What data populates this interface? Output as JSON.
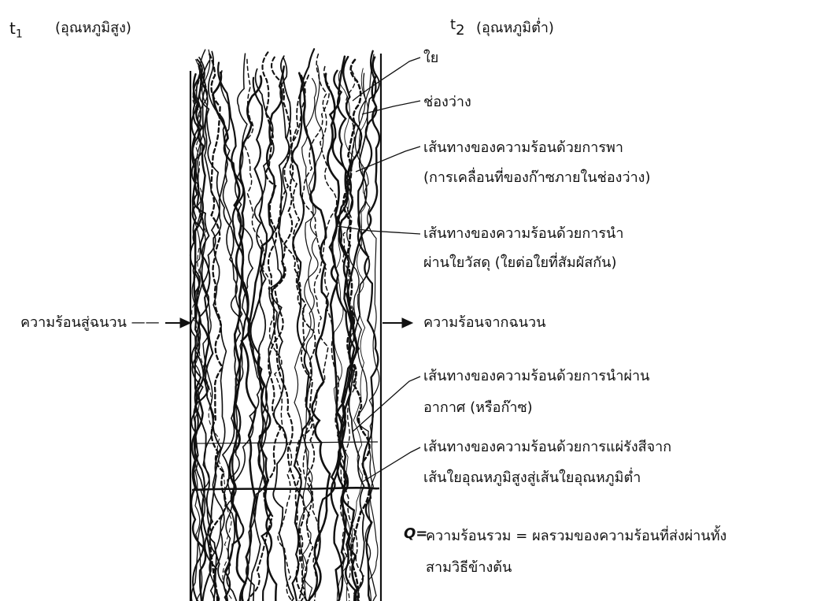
{
  "header": {
    "t1_symbol": "t",
    "t1_sub": "1",
    "t1_desc": "(อุณหภูมิสูง)",
    "t2_sup": "t",
    "t2_sub": "2",
    "t2_desc": "(อุณหภูมิต่ำ)"
  },
  "labels": {
    "fiber": "ใย",
    "void": "ช่องว่าง",
    "convection_1": "เส้นทางของความร้อนด้วยการพา",
    "convection_2": "(การเคลื่อนที่ของก๊าซภายในช่องว่าง)",
    "conduction_1": "เส้นทางของความร้อนด้วยการนำ",
    "conduction_2": "ผ่านใยวัสดุ (ใยต่อใยที่สัมผัสกัน)",
    "heat_in": "ความร้อนสู่ฉนวน",
    "heat_out": "ความร้อนจากฉนวน",
    "gas_conduction_1": "เส้นทางของความร้อนด้วยการนำผ่าน",
    "gas_conduction_2": "อากาศ (หรือก๊าซ)",
    "radiation_1": "เส้นทางของความร้อนด้วยการแผ่รังสีจาก",
    "radiation_2": "เส้นใยอุณหภูมิสูงสู่เส้นใยอุณหภูมิต่ำ",
    "q_symbol": "Q=",
    "q_desc_1": "ความร้อนรวม = ผลรวมของความร้อนที่ส่งผ่านทั้ง",
    "q_desc_2": "สามวิธีข้างต้น"
  }
}
